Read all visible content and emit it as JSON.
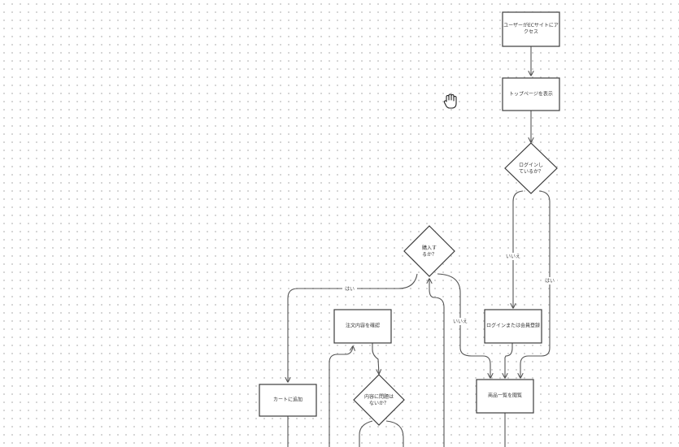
{
  "nodes": {
    "start": "ユーザーがECサイトにアクセス",
    "top_page": "トップページを表示",
    "login_check": "ログインしているか？",
    "login_register": "ログインまたは会員登録",
    "browse": "商品一覧を閲覧",
    "purchase_check": "購入するか？",
    "confirm_order": "注文内容を確認",
    "cart": "カートに追加",
    "order_ok": "内容に問題はないか？"
  },
  "edges": {
    "no": "いいえ",
    "yes": "はい",
    "no2": "いいえ",
    "yes2": "はい"
  }
}
